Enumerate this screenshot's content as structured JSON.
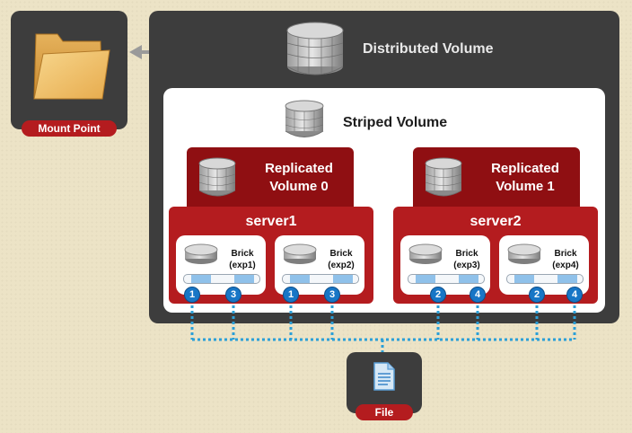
{
  "distributed_volume": {
    "title": "Distributed Volume"
  },
  "striped_volume": {
    "title": "Striped Volume"
  },
  "mount_point": {
    "label": "Mount Point"
  },
  "file": {
    "label": "File"
  },
  "replicated_volumes": [
    {
      "line1": "Replicated",
      "line2": "Volume 0"
    },
    {
      "line1": "Replicated",
      "line2": "Volume 1"
    }
  ],
  "servers": [
    {
      "label": "server1"
    },
    {
      "label": "server2"
    }
  ],
  "bricks": [
    {
      "line1": "Brick",
      "line2": "(exp1)",
      "chunks": [
        "1",
        "3"
      ]
    },
    {
      "line1": "Brick",
      "line2": "(exp2)",
      "chunks": [
        "1",
        "3"
      ]
    },
    {
      "line1": "Brick",
      "line2": "(exp3)",
      "chunks": [
        "2",
        "4"
      ]
    },
    {
      "line1": "Brick",
      "line2": "(exp4)",
      "chunks": [
        "2",
        "4"
      ]
    }
  ],
  "colors": {
    "background": "#ece3c6",
    "dark_panel": "#3d3d3d",
    "red_dark": "#8f0f12",
    "red": "#b41c1f",
    "chunk_blue": "#1876c6",
    "connector_blue": "#2a9fd8"
  }
}
